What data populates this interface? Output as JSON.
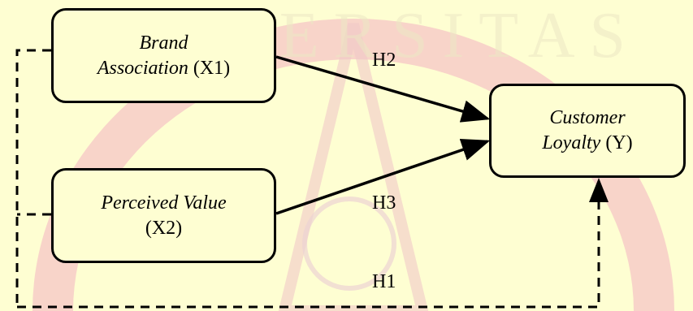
{
  "nodes": {
    "x1": {
      "line1": "Brand",
      "line2_italic": "Association",
      "line2_code": " (X1)"
    },
    "x2": {
      "line1_italic": "Perceived Value",
      "line2": "(X2)"
    },
    "y": {
      "line1_italic": "Customer",
      "line2_italic": "Loyalty",
      "line2_code": " (Y)"
    }
  },
  "hypotheses": {
    "h1": "H1",
    "h2": "H2",
    "h3": "H3"
  },
  "colors": {
    "background": "#fefed2",
    "stroke": "#000000",
    "watermark_pink": "#f6c6c6"
  },
  "watermark": {
    "text": "UNIVERSITAS"
  }
}
